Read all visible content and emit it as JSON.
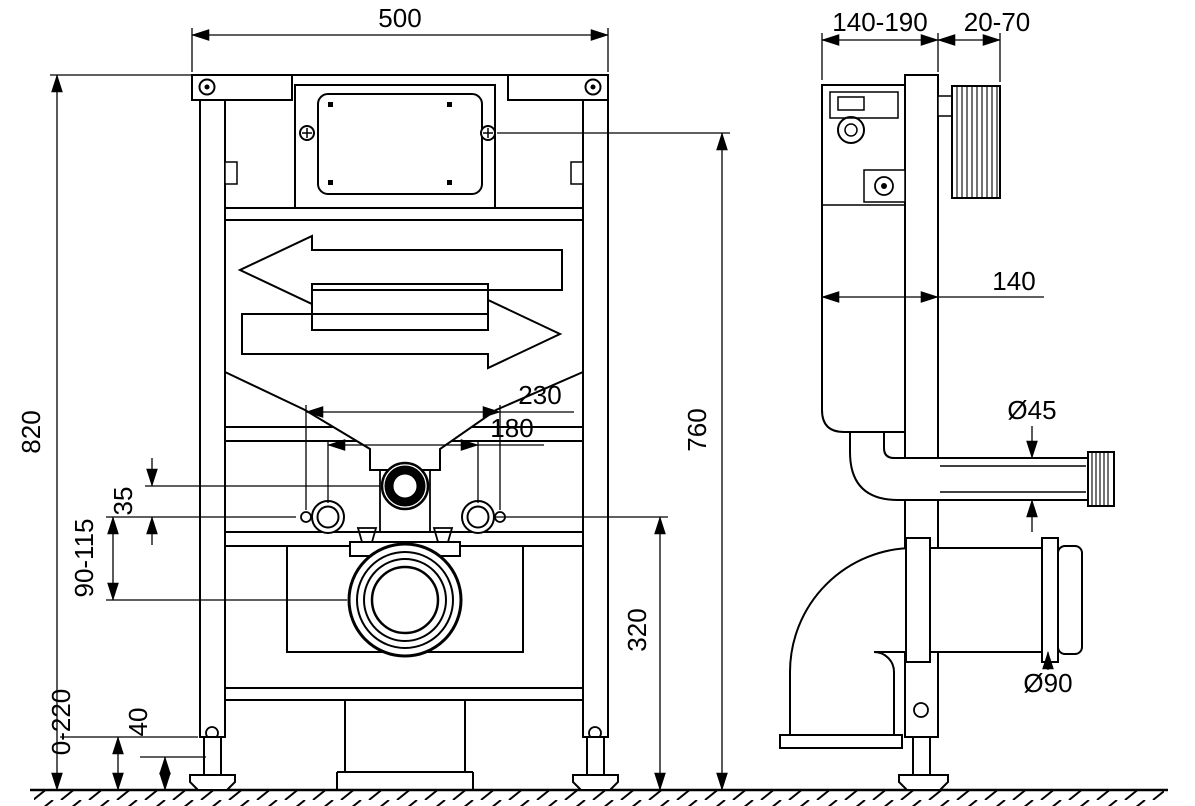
{
  "front_view": {
    "frame_width": "500",
    "frame_height": "820",
    "anchor_hole_spacing": "230",
    "bowl_bolt_spacing": "180",
    "inlet_offset": "35",
    "drain_offset_range": "90-115",
    "flush_plate_height": "760",
    "outlet_zone_height": "320",
    "leg_adjustment_range": "0-220",
    "foot_height": "40"
  },
  "side_view": {
    "frame_depth_range": "140-190",
    "wall_offset_range": "20-70",
    "cistern_depth": "140",
    "flush_pipe_diameter": "Ø45",
    "drain_pipe_diameter": "Ø90"
  }
}
